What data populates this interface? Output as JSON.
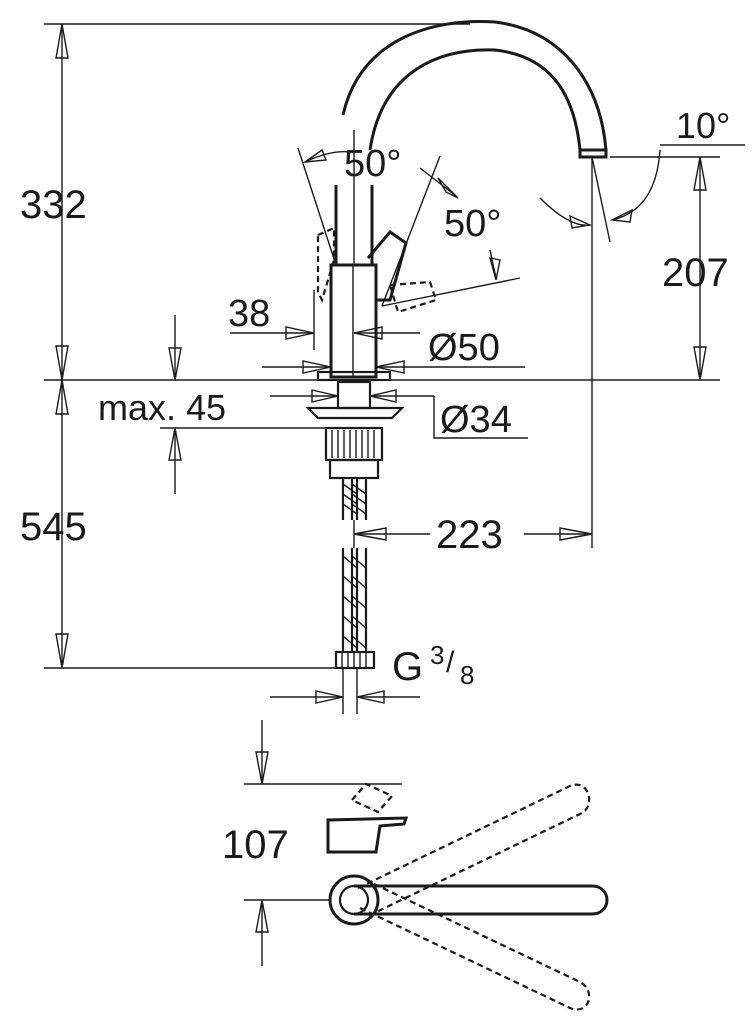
{
  "dimensions": {
    "height_above_deck": "332",
    "spout_height": "207",
    "lever_angle_top": "50°",
    "lever_angle_side": "50°",
    "spout_swivel_angle": "10°",
    "lever_offset": "38",
    "body_diameter": "Ø50",
    "max_deck_thickness": "max. 45",
    "mounting_hole_diameter": "Ø34",
    "hose_length": "545",
    "spout_reach": "223",
    "thread_prefix": "G",
    "thread_numerator": "3",
    "thread_denominator": "8",
    "plan_depth": "107"
  }
}
